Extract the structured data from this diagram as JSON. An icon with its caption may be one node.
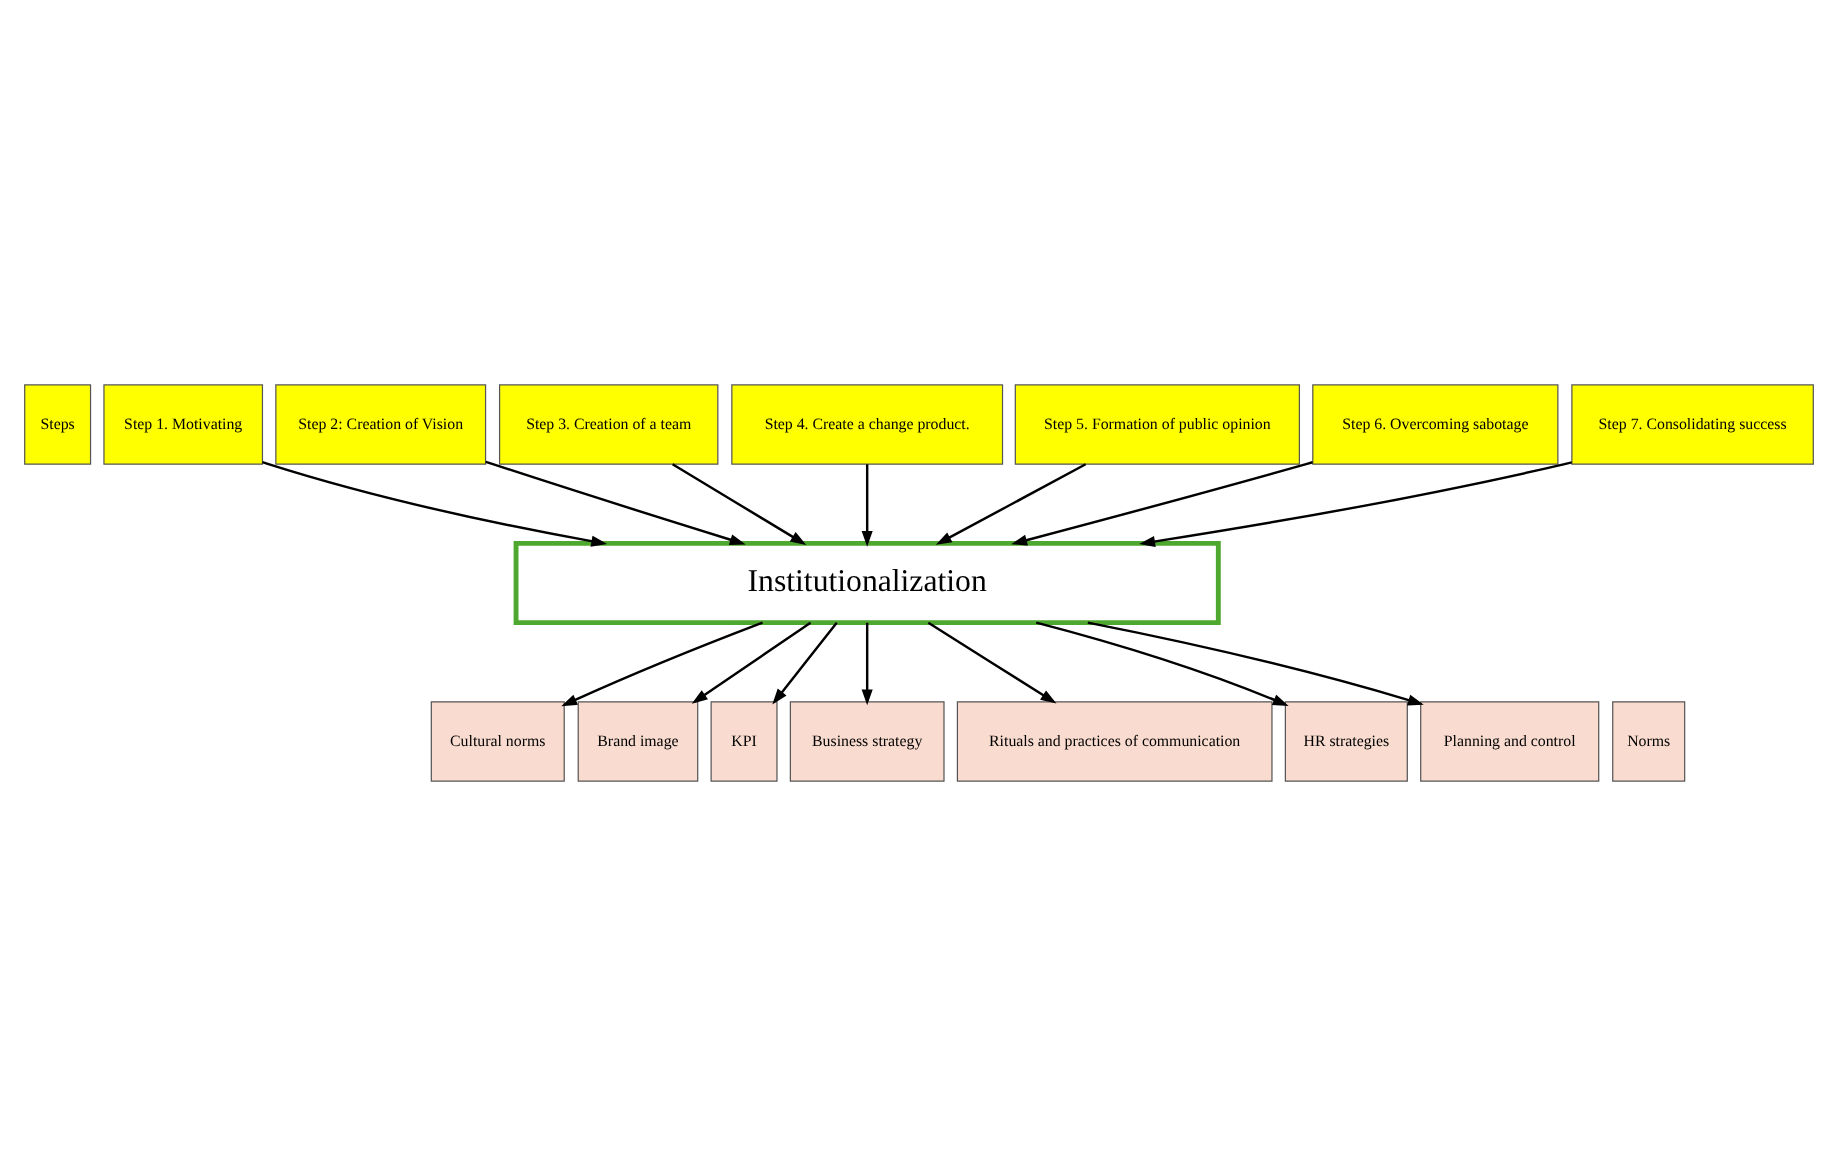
{
  "diagram": {
    "nodes": [
      {
        "text": [
          "Steps"
        ]
      },
      {
        "text": [
          "Step 1. Motivating"
        ]
      },
      {
        "text": [
          "Step 2: Creation of Vision"
        ]
      },
      {
        "text": [
          "Step 3. Creation of a team"
        ]
      },
      {
        "text": [
          "Step 4. Create a change product."
        ]
      },
      {
        "text": [
          "Step 5. Formation of public opinion"
        ]
      },
      {
        "text": [
          "Step 6. Overcoming sabotage"
        ]
      },
      {
        "text": [
          "Step 7. Consolidating success"
        ]
      },
      {
        "text": [
          "Institutionalization"
        ]
      },
      {
        "text": [
          "Norms"
        ]
      },
      {
        "text": [
          "Cultural norms"
        ]
      },
      {
        "text": [
          "Brand image"
        ]
      },
      {
        "text": [
          "KPI"
        ]
      },
      {
        "text": [
          "Business strategy"
        ]
      },
      {
        "text": [
          "Rituals and practices of communication"
        ]
      },
      {
        "text": [
          "HR strategies"
        ]
      },
      {
        "text": [
          "Planning and control"
        ]
      }
    ],
    "edges": [
      {
        "from": 1,
        "to": 8,
        "arrow": "to"
      },
      {
        "from": 2,
        "to": 8,
        "arrow": "to"
      },
      {
        "from": 3,
        "to": 8,
        "arrow": "to"
      },
      {
        "from": 4,
        "to": 8,
        "arrow": "to"
      },
      {
        "from": 5,
        "to": 8,
        "arrow": "to"
      },
      {
        "from": 6,
        "to": 8,
        "arrow": "to"
      },
      {
        "from": 7,
        "to": 8,
        "arrow": "to"
      },
      {
        "from": 8,
        "to": 10,
        "arrow": "to"
      },
      {
        "from": 8,
        "to": 11,
        "arrow": "to"
      },
      {
        "from": 8,
        "to": 12,
        "arrow": "to"
      },
      {
        "from": 8,
        "to": 13,
        "arrow": "to"
      },
      {
        "from": 8,
        "to": 14,
        "arrow": "to"
      },
      {
        "from": 8,
        "to": 15,
        "arrow": "to"
      },
      {
        "from": 8,
        "to": 16,
        "arrow": "to"
      }
    ]
  }
}
